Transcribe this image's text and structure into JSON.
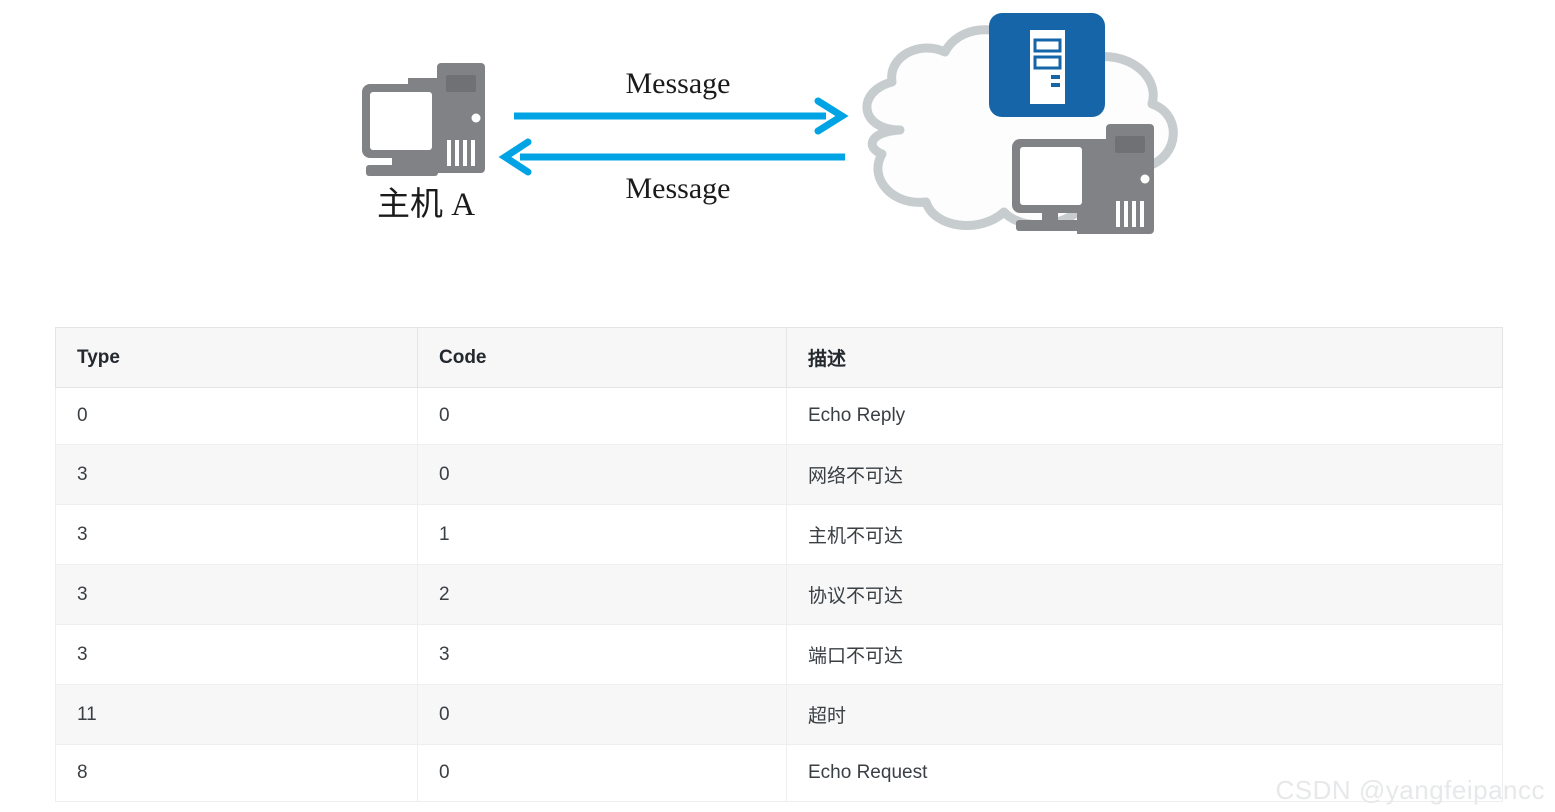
{
  "diagram": {
    "host_label": "主机 A",
    "message_top": "Message",
    "message_bottom": "Message",
    "arrow_color": "#00a4e4",
    "device_gray": "#808285",
    "cloud_outline": "#c7cccf",
    "server_blue": "#1565a8",
    "icons": {
      "host_computer": "desktop-computer-icon",
      "cloud": "network-cloud-icon",
      "server": "server-icon",
      "cloud_computer": "desktop-computer-icon",
      "arrow_right": "arrow-right-icon",
      "arrow_left": "arrow-left-icon"
    }
  },
  "table": {
    "headers": [
      "Type",
      "Code",
      "描述"
    ],
    "rows": [
      {
        "type": "0",
        "code": "0",
        "desc": "Echo Reply"
      },
      {
        "type": "3",
        "code": "0",
        "desc": "网络不可达"
      },
      {
        "type": "3",
        "code": "1",
        "desc": "主机不可达"
      },
      {
        "type": "3",
        "code": "2",
        "desc": "协议不可达"
      },
      {
        "type": "3",
        "code": "3",
        "desc": "端口不可达"
      },
      {
        "type": "11",
        "code": "0",
        "desc": "超时"
      },
      {
        "type": "8",
        "code": "0",
        "desc": "Echo Request"
      }
    ],
    "header_bg": "#f7f7f8",
    "stripe_bg": "#f7f7f8",
    "border_color": "#e2e4e6"
  },
  "watermark": {
    "text": "CSDN @yangfeipancc",
    "color": "#e6e8ea"
  }
}
